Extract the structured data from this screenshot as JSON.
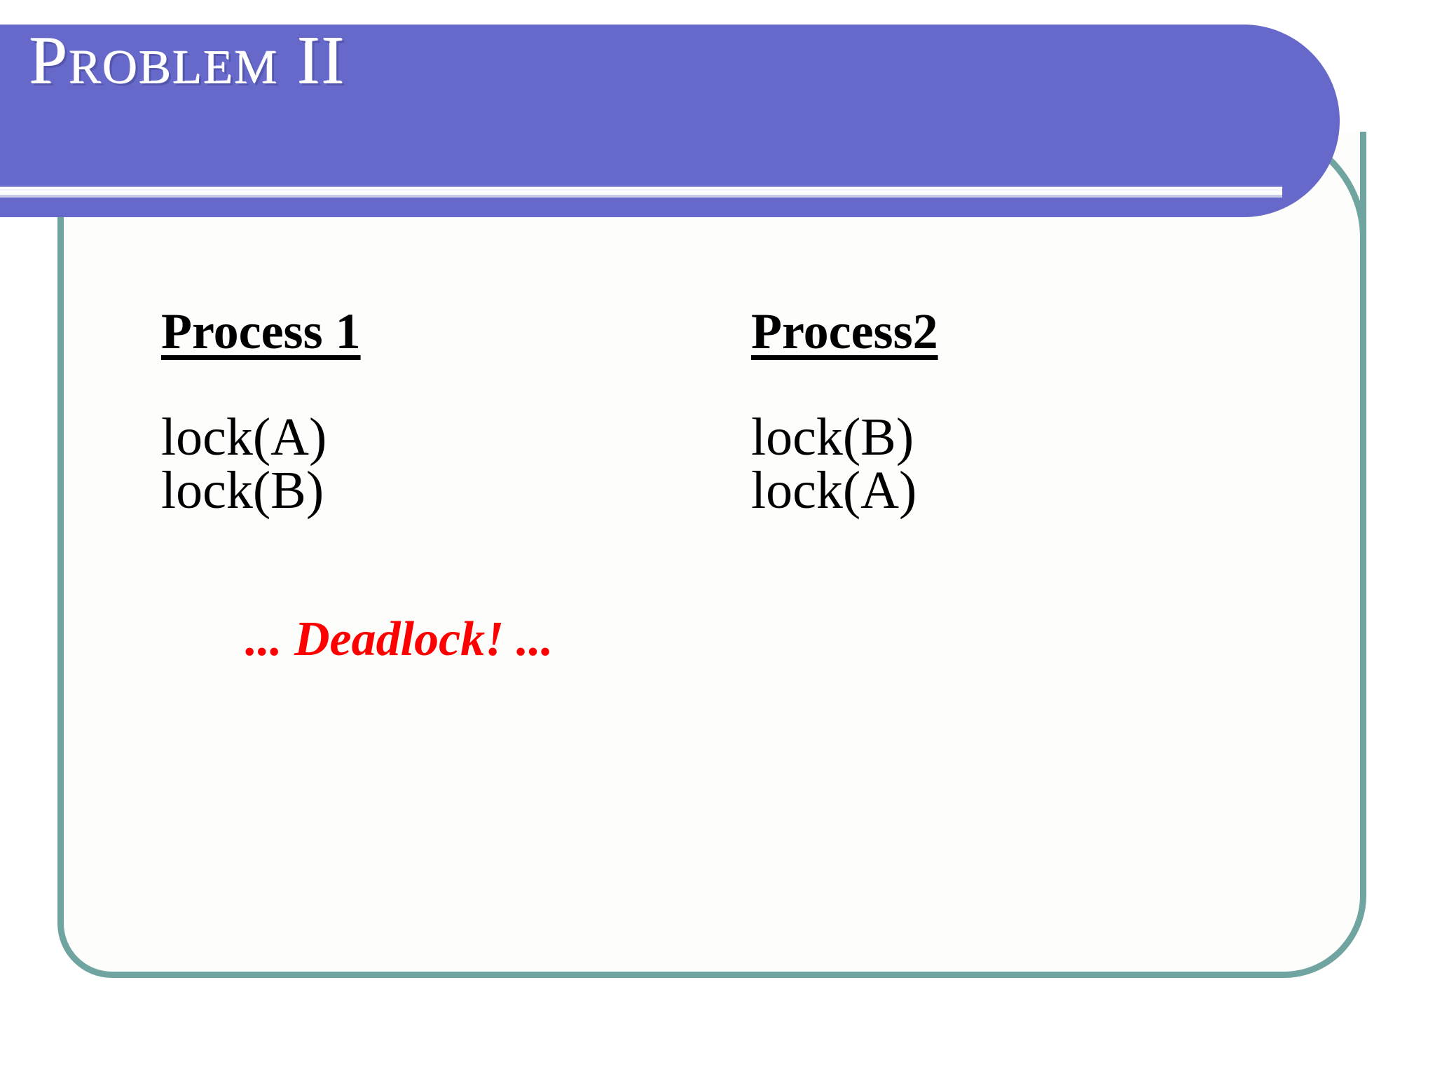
{
  "slide": {
    "title": "Problem II",
    "background_color": "#fdfdfb",
    "header_color": "#6668ca",
    "frame_color": "#6fa4a0",
    "accent_color": "#fe0000"
  },
  "content": {
    "columns": [
      {
        "heading": "Process 1",
        "lines": [
          "lock(A)",
          "lock(B)"
        ]
      },
      {
        "heading": "Process2",
        "lines": [
          "lock(B)",
          "lock(A)"
        ]
      }
    ],
    "note": "... Deadlock! ..."
  }
}
